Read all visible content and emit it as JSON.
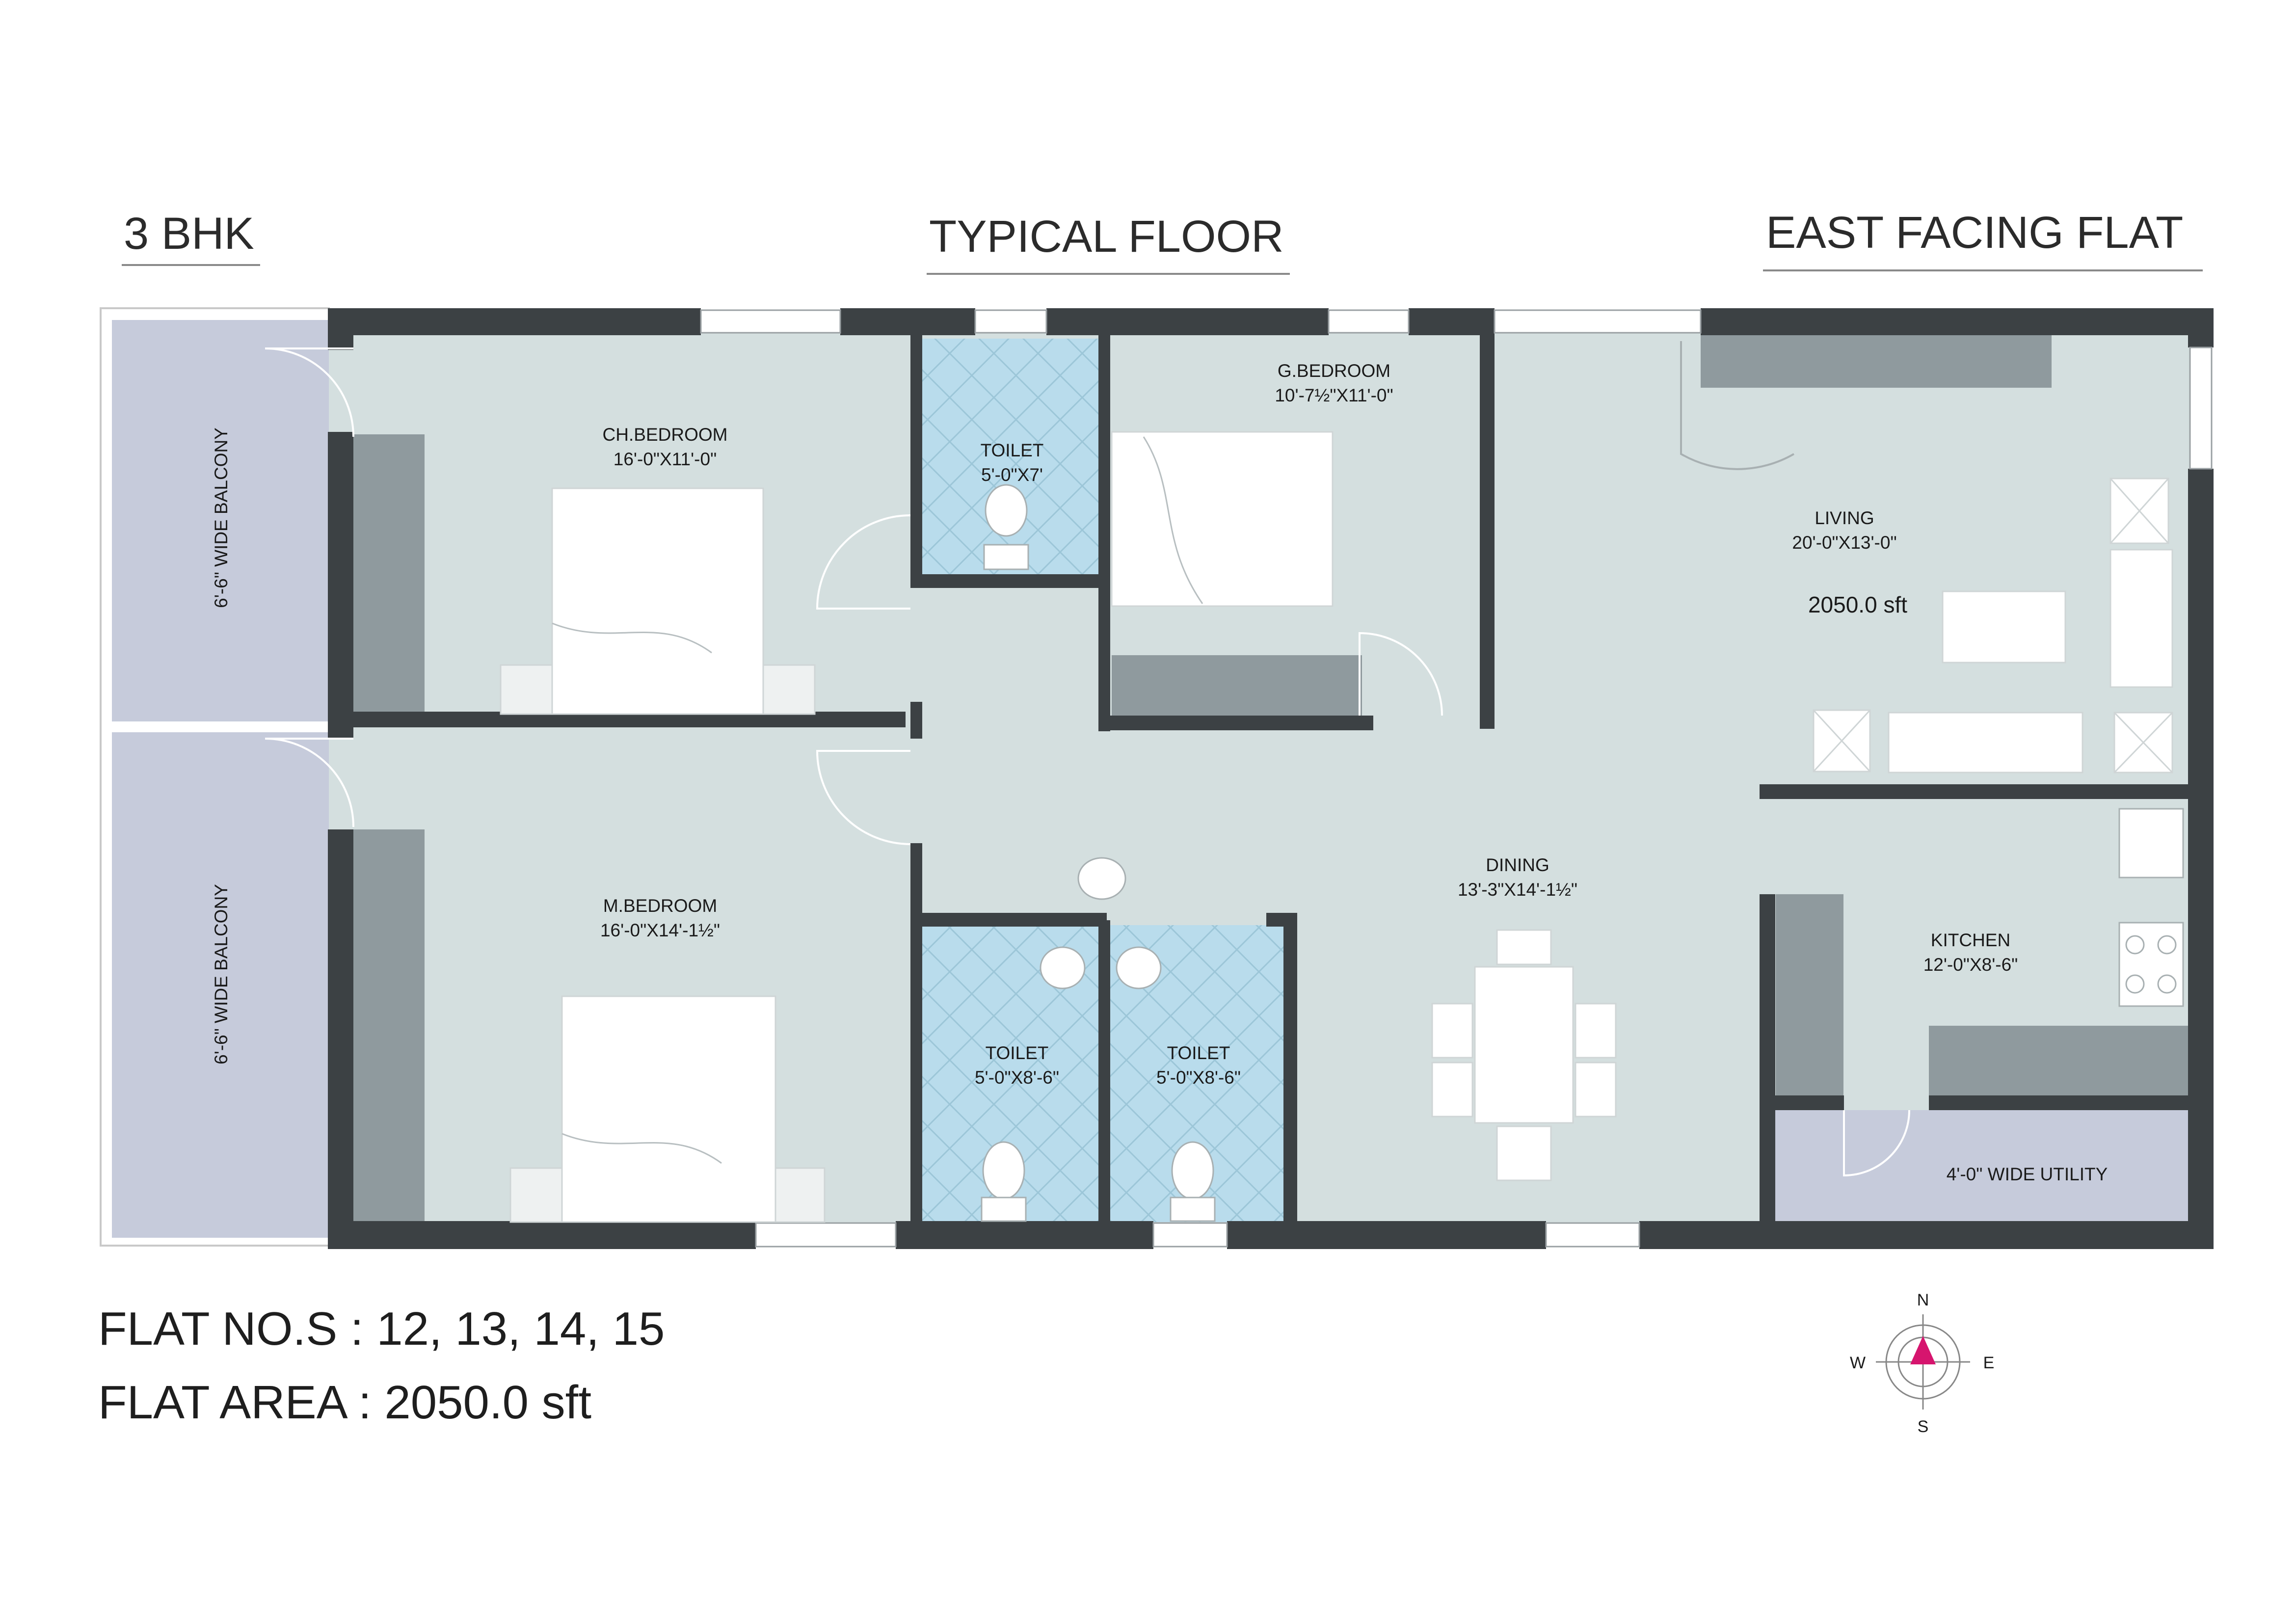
{
  "header": {
    "left": "3 BHK",
    "center": "TYPICAL FLOOR",
    "right": "EAST FACING FLAT"
  },
  "rooms": {
    "ch_bedroom": {
      "name": "CH.BEDROOM",
      "dim": "16'-0\"X11'-0\""
    },
    "toilet_1": {
      "name": "TOILET",
      "dim": "5'-0\"X7'"
    },
    "g_bedroom": {
      "name": "G.BEDROOM",
      "dim": "10'-7½\"X11'-0\""
    },
    "living": {
      "name": "LIVING",
      "dim": "20'-0\"X13'-0\"",
      "area": "2050.0 sft"
    },
    "m_bedroom": {
      "name": "M.BEDROOM",
      "dim": "16'-0\"X14'-1½\""
    },
    "toilet_2": {
      "name": "TOILET",
      "dim": "5'-0\"X8'-6\""
    },
    "toilet_3": {
      "name": "TOILET",
      "dim": "5'-0\"X8'-6\""
    },
    "dining": {
      "name": "DINING",
      "dim": "13'-3\"X14'-1½\""
    },
    "kitchen": {
      "name": "KITCHEN",
      "dim": "12'-0\"X8'-6\""
    },
    "utility": {
      "name": "4'-0\" WIDE UTILITY"
    },
    "balcony_top": {
      "name": "6'-6\" WIDE BALCONY"
    },
    "balcony_bottom": {
      "name": "6'-6\" WIDE BALCONY"
    }
  },
  "footer": {
    "flat_numbers": "FLAT NO.S : 12, 13, 14, 15",
    "flat_area": "FLAT AREA : 2050.0 sft"
  },
  "compass": {
    "n": "N",
    "s": "S",
    "e": "E",
    "w": "W",
    "needle_color": "#d6156e"
  },
  "colors": {
    "wall": "#3c4144",
    "floor": "#d4dfdf",
    "toilet_tile": "#b9dcec",
    "balcony": "#c6cbdb",
    "wardrobe": "#8f9a9e"
  }
}
